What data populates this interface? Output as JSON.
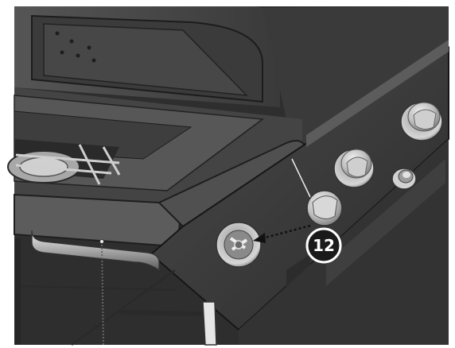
{
  "figure": {
    "step_number": "12",
    "colors": {
      "frame": "#2a2a2a",
      "panel_dark": "#3c3c3c",
      "panel_mid": "#5a5a5a",
      "metal_light": "#d8d8d8",
      "metal_mid": "#a9a9a9",
      "badge_fill": "#1a1a1a",
      "badge_text": "#ffffff"
    },
    "components": {
      "knobs": [
        "installed-knob-1",
        "installed-knob-2",
        "knob-being-installed"
      ],
      "arrow": "install-direction-arrow",
      "ignition": "ignition-button"
    }
  }
}
